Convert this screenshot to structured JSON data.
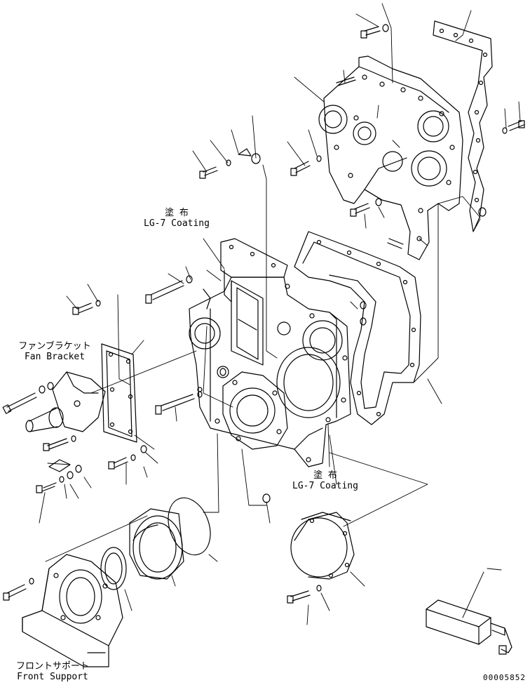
{
  "labels": {
    "coating_top": {
      "jp": "塗 布",
      "en": "LG-7 Coating"
    },
    "coating_bottom": {
      "jp": "塗 布",
      "en": "LG-7 Coating"
    },
    "fan_bracket": {
      "jp": "ファンブラケット",
      "en": "Fan Bracket"
    },
    "front_support": {
      "jp": "フロントサポート",
      "en": "Front Support"
    }
  },
  "drawing_number": "00005852",
  "colors": {
    "line": "#000000",
    "background": "#ffffff"
  }
}
